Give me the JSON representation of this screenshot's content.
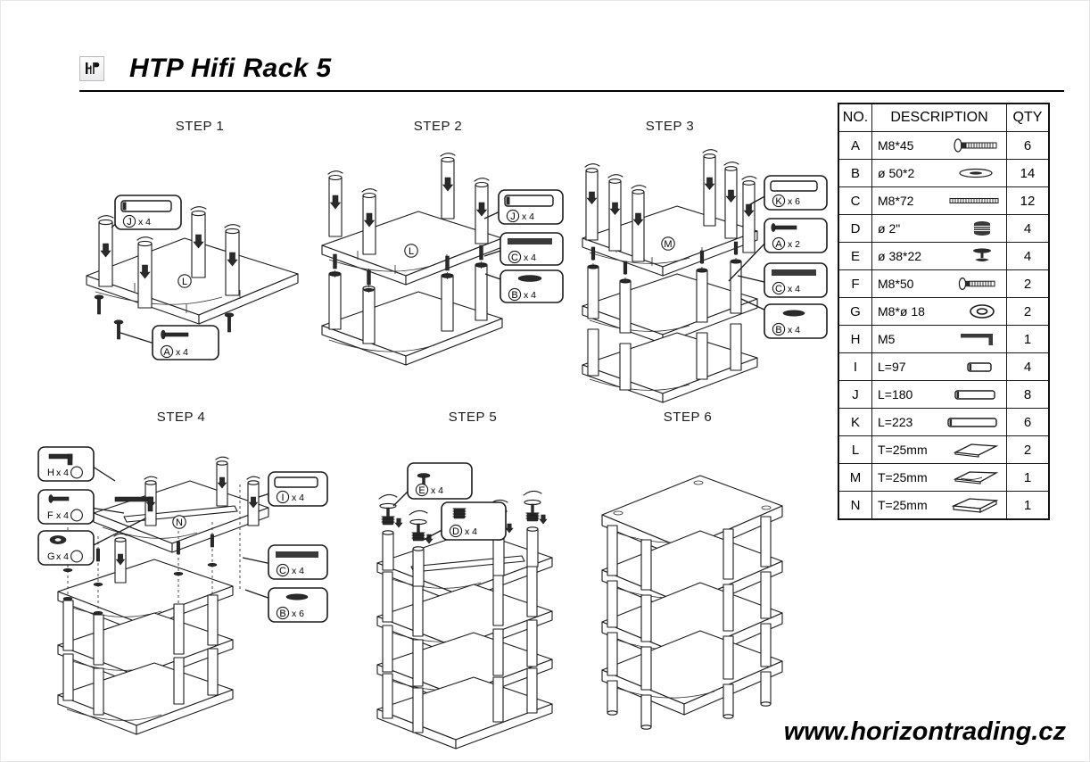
{
  "document": {
    "logo_icon": "hp-logo-icon",
    "title": "HTP Hifi Rack 5",
    "site_url": "www.horizontrading.cz"
  },
  "parts_table": {
    "headers": [
      "NO.",
      "DESCRIPTION",
      "QTY"
    ],
    "rows": [
      {
        "no": "A",
        "description": "M8*45",
        "icon": "bolt-long-icon",
        "qty": "6"
      },
      {
        "no": "B",
        "description": "ø 50*2",
        "icon": "washer-flat-icon",
        "qty": "14"
      },
      {
        "no": "C",
        "description": "M8*72",
        "icon": "threaded-rod-icon",
        "qty": "12"
      },
      {
        "no": "D",
        "description": "ø 2\"",
        "icon": "stacked-cap-icon",
        "qty": "4"
      },
      {
        "no": "E",
        "description": "ø 38*22",
        "icon": "spike-foot-icon",
        "qty": "4"
      },
      {
        "no": "F",
        "description": "M8*50",
        "icon": "bolt-short-icon",
        "qty": "2"
      },
      {
        "no": "G",
        "description": "M8*ø 18",
        "icon": "ring-washer-icon",
        "qty": "2"
      },
      {
        "no": "H",
        "description": "M5",
        "icon": "allen-key-icon",
        "qty": "1"
      },
      {
        "no": "I",
        "description": "L=97",
        "icon": "tube-short-icon",
        "qty": "4"
      },
      {
        "no": "J",
        "description": "L=180",
        "icon": "tube-medium-icon",
        "qty": "8"
      },
      {
        "no": "K",
        "description": "L=223",
        "icon": "tube-long-icon",
        "qty": "6"
      },
      {
        "no": "L",
        "description": "T=25mm",
        "icon": "shelf-plain-icon",
        "qty": "2"
      },
      {
        "no": "M",
        "description": "T=25mm",
        "icon": "shelf-curved-icon",
        "qty": "1"
      },
      {
        "no": "N",
        "description": "T=25mm",
        "icon": "shelf-thick-icon",
        "qty": "1"
      }
    ]
  },
  "steps": [
    {
      "title": "STEP 1",
      "shelf_label": "L",
      "callouts": [
        {
          "part": "J",
          "qty": "x 4",
          "icon": "tube-medium-icon"
        },
        {
          "part": "A",
          "qty": "x 4",
          "icon": "bolt-long-icon"
        }
      ]
    },
    {
      "title": "STEP 2",
      "shelf_label": "L",
      "callouts": [
        {
          "part": "J",
          "qty": "x 4",
          "icon": "tube-medium-icon"
        },
        {
          "part": "C",
          "qty": "x 4",
          "icon": "threaded-rod-icon"
        },
        {
          "part": "B",
          "qty": "x 4",
          "icon": "washer-flat-icon"
        }
      ]
    },
    {
      "title": "STEP 3",
      "shelf_label": "M",
      "callouts": [
        {
          "part": "K",
          "qty": "x 6",
          "icon": "tube-long-icon"
        },
        {
          "part": "A",
          "qty": "x 2",
          "icon": "bolt-long-icon"
        },
        {
          "part": "C",
          "qty": "x 4",
          "icon": "threaded-rod-icon"
        },
        {
          "part": "B",
          "qty": "x 4",
          "icon": "washer-flat-icon"
        }
      ]
    },
    {
      "title": "STEP 4",
      "shelf_label": "N",
      "callouts": [
        {
          "part": "H",
          "qty": "x 4",
          "icon": "allen-key-icon"
        },
        {
          "part": "F",
          "qty": "x 4",
          "icon": "bolt-short-icon"
        },
        {
          "part": "G",
          "qty": "x 4",
          "icon": "ring-washer-icon"
        },
        {
          "part": "I",
          "qty": "x 4",
          "icon": "tube-short-icon"
        },
        {
          "part": "C",
          "qty": "x 4",
          "icon": "threaded-rod-icon"
        },
        {
          "part": "B",
          "qty": "x 6",
          "icon": "washer-flat-icon"
        }
      ]
    },
    {
      "title": "STEP 5",
      "shelf_label": "",
      "callouts": [
        {
          "part": "E",
          "qty": "x 4",
          "icon": "spike-foot-icon"
        },
        {
          "part": "D",
          "qty": "x 4",
          "icon": "stacked-cap-icon"
        }
      ]
    },
    {
      "title": "STEP 6",
      "shelf_label": "",
      "callouts": []
    }
  ]
}
